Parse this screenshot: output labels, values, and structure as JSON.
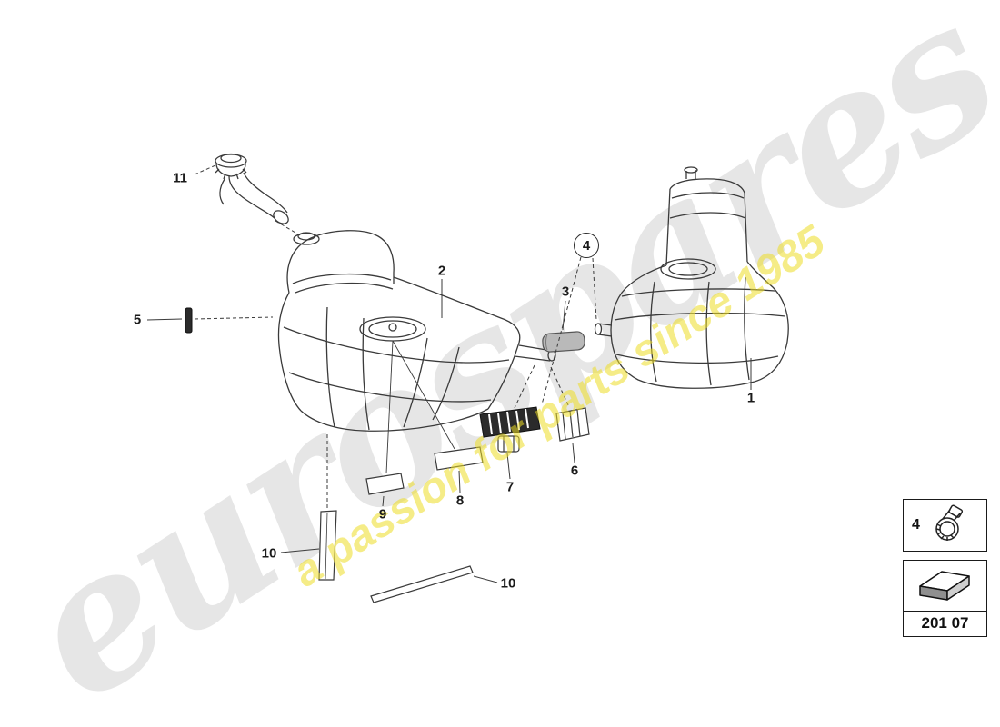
{
  "watermark": {
    "brand": "eurospares",
    "tagline": "a passion for parts since 1985"
  },
  "callouts": [
    {
      "label": "1"
    },
    {
      "label": "2"
    },
    {
      "label": "3"
    },
    {
      "label": "4"
    },
    {
      "label": "5"
    },
    {
      "label": "6"
    },
    {
      "label": "7"
    },
    {
      "label": "8"
    },
    {
      "label": "9"
    },
    {
      "label": "10"
    },
    {
      "label": "10"
    },
    {
      "label": "11"
    }
  ],
  "legend": {
    "clamp_label": "4",
    "part_code": "201 07"
  },
  "icons": {
    "clamp": "hose-clamp-icon",
    "arrow": "direction-arrow-icon"
  }
}
